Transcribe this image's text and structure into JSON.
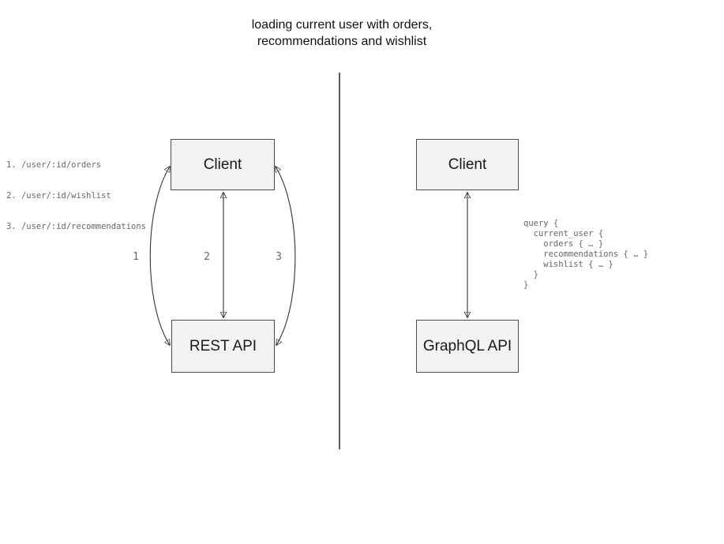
{
  "title": {
    "line1": "loading current user with orders,",
    "line2": "recommendations and wishlist"
  },
  "rest_side": {
    "client_label": "Client",
    "api_label": "REST API",
    "endpoints": [
      "1. /user/:id/orders",
      "2. /user/:id/wishlist",
      "3. /user/:id/recommendations"
    ],
    "arrow_labels": [
      "1",
      "2",
      "3"
    ]
  },
  "graphql_side": {
    "client_label": "Client",
    "api_label": "GraphQL API",
    "query": "query {\n  current_user {\n    orders { … }\n    recommendations { … }\n    wishlist { … }\n  }\n}"
  },
  "colors": {
    "box_fill": "#f2f2f2",
    "box_border": "#4d4d4d",
    "muted_text": "#666666",
    "arrow": "#333333",
    "divider": "#595959",
    "title_text": "#111111"
  }
}
